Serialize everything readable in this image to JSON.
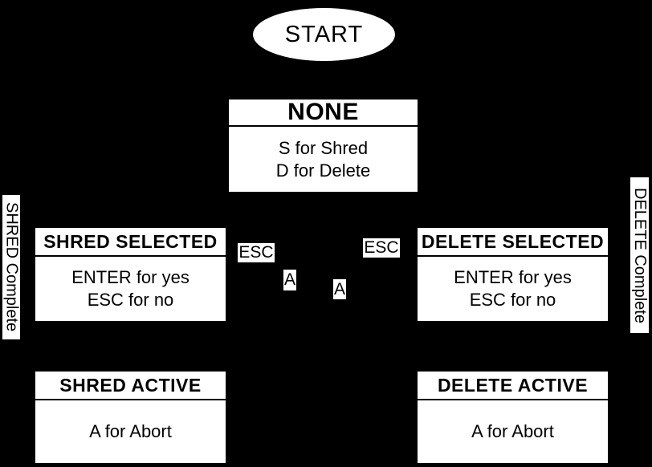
{
  "diagram": {
    "colors": {
      "background": "#000000",
      "node_fill": "#ffffff",
      "text": "#000000"
    },
    "start": {
      "label": "START"
    },
    "nodes": {
      "none": {
        "title": "NONE",
        "lines": [
          "S for Shred",
          "D for Delete"
        ]
      },
      "shred_selected": {
        "title": "SHRED SELECTED",
        "lines": [
          "ENTER for yes",
          "ESC for no"
        ]
      },
      "delete_selected": {
        "title": "DELETE SELECTED",
        "lines": [
          "ENTER for yes",
          "ESC for no"
        ]
      },
      "shred_active": {
        "title": "SHRED ACTIVE",
        "lines": [
          "A for Abort"
        ]
      },
      "delete_active": {
        "title": "DELETE ACTIVE",
        "lines": [
          "A for Abort"
        ]
      }
    },
    "edge_labels": {
      "esc_left": "ESC",
      "esc_right": "ESC",
      "a_left": "A",
      "a_right": "A",
      "shred_complete": "SHRED Complete",
      "delete_complete": "DELETE Complete"
    }
  }
}
